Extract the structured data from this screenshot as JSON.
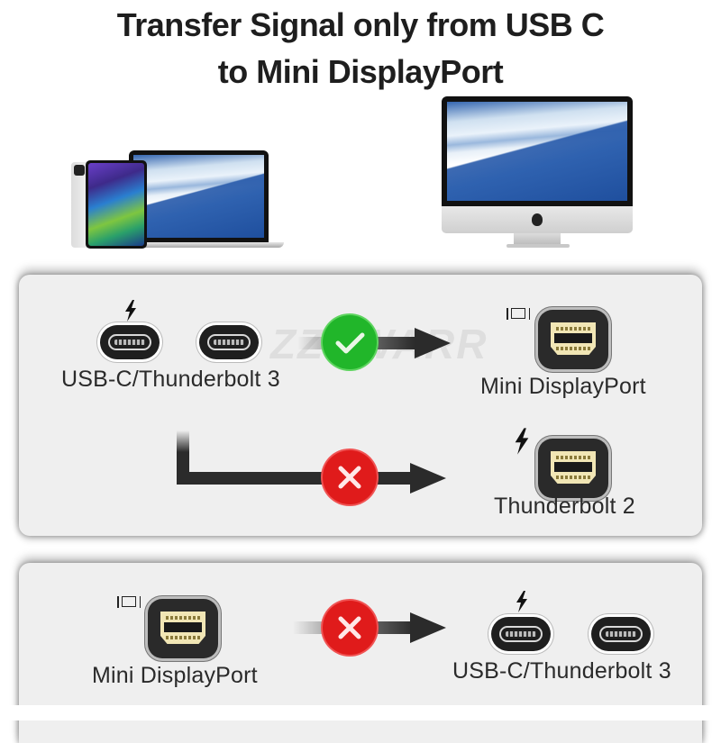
{
  "title": {
    "line1": "Transfer Signal only from USB C",
    "line2": "to Mini DisplayPort"
  },
  "devices": {
    "source": [
      "ipad",
      "macbook"
    ],
    "target": "imac"
  },
  "watermark": "ZZYWARR",
  "colors": {
    "ok": "#21b62a",
    "fail": "#e01b1b",
    "arrow": "#2b2b2b",
    "panel": "#efefef"
  },
  "panel1": {
    "source_label": "USB-C/Thunderbolt 3",
    "rows": [
      {
        "target_label": "Mini DisplayPort",
        "status": "supported",
        "status_icon": "check-icon",
        "target_icon": "displayport-icon"
      },
      {
        "target_label": "Thunderbolt 2",
        "status": "not-supported",
        "status_icon": "x-icon",
        "target_icon": "thunderbolt-icon"
      }
    ]
  },
  "panel2": {
    "source_label": "Mini DisplayPort",
    "target_label": "USB-C/Thunderbolt 3",
    "status": "not-supported",
    "status_icon": "x-icon"
  },
  "icons": {
    "bolt": "ϟ"
  }
}
